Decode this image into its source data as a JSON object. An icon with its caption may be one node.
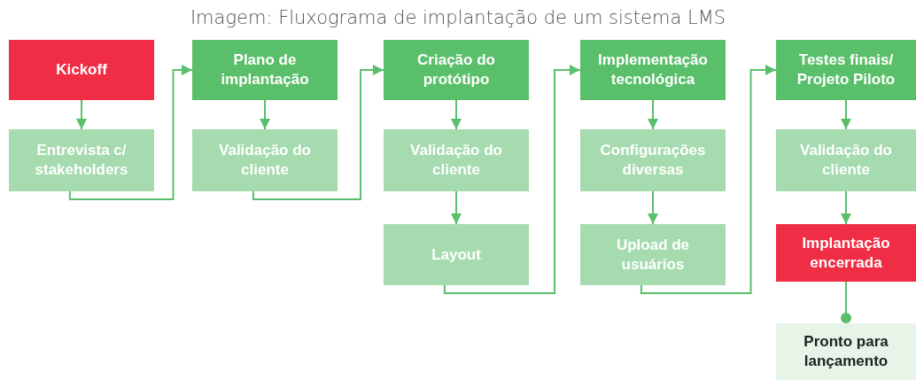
{
  "diagram": {
    "title": "Imagem: Fluxograma de implantação de um sistema LMS",
    "nodes": [
      {
        "text": [
          "Kickoff"
        ]
      },
      {
        "text": [
          "Entrevista c/ stakeholders"
        ]
      },
      {
        "text": [
          "Plano de implantação"
        ]
      },
      {
        "text": [
          "Validação do cliente"
        ]
      },
      {
        "text": [
          "Criação do protótipo"
        ]
      },
      {
        "text": [
          "Validação do cliente"
        ]
      },
      {
        "text": [
          "Layout"
        ]
      },
      {
        "text": [
          "Implementação tecnológica"
        ]
      },
      {
        "text": [
          "Configurações diversas"
        ]
      },
      {
        "text": [
          "Upload de usuários"
        ]
      },
      {
        "text": [
          "Testes finais/ Projeto Piloto"
        ]
      },
      {
        "text": [
          "Validação do cliente"
        ]
      },
      {
        "text": [
          "Implantação encerrada"
        ]
      },
      {
        "text": [
          "Pronto para lançamento"
        ]
      }
    ],
    "edges": [
      {
        "from": 0,
        "to": 1,
        "arrow": "to"
      },
      {
        "from": 1,
        "to": 2,
        "arrow": "to"
      },
      {
        "from": 2,
        "to": 3,
        "arrow": "to"
      },
      {
        "from": 3,
        "to": 4,
        "arrow": "to"
      },
      {
        "from": 4,
        "to": 5,
        "arrow": "to"
      },
      {
        "from": 5,
        "to": 6,
        "arrow": "to"
      },
      {
        "from": 6,
        "to": 7,
        "arrow": "to"
      },
      {
        "from": 7,
        "to": 8,
        "arrow": "to"
      },
      {
        "from": 8,
        "to": 9,
        "arrow": "to"
      },
      {
        "from": 9,
        "to": 10,
        "arrow": "to"
      },
      {
        "from": 10,
        "to": 11,
        "arrow": "to"
      },
      {
        "from": 11,
        "to": 12,
        "arrow": "to"
      },
      {
        "from": 12,
        "to": 13,
        "arrow": "other"
      }
    ]
  }
}
